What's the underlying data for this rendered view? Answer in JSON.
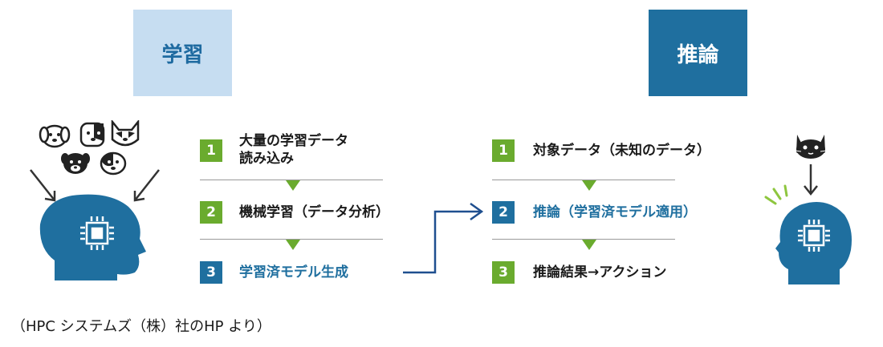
{
  "headers": {
    "learning": "学習",
    "inference": "推論"
  },
  "learning_steps": [
    {
      "num": "1",
      "text": "大量の学習データ読み込み"
    },
    {
      "num": "2",
      "text": "機械学習（データ分析）"
    },
    {
      "num": "3",
      "text": "学習済モデル生成"
    }
  ],
  "learning_step1_line1": "大量の学習データ",
  "learning_step1_line2": "読み込み",
  "inference_steps": [
    {
      "num": "1",
      "text": "対象データ（未知のデータ）"
    },
    {
      "num": "2",
      "text": "推論（学習済モデル適用）"
    },
    {
      "num": "3",
      "text": "推論結果→アクション"
    }
  ],
  "source_note": "（HPC システムズ（株）社のHP より）",
  "colors": {
    "learning_header_bg": "#c6ddf1",
    "learning_header_text": "#1e6aa0",
    "inference_header_bg": "#1f6f9f",
    "step_green": "#6aab2e",
    "step_blue": "#1f6f9f",
    "connector_arrow": "#1f4f8f"
  },
  "icons": [
    "dog-face-icon",
    "cat-face-icon",
    "head-with-chip-icon",
    "chip-icon",
    "arrow-down-icon"
  ]
}
